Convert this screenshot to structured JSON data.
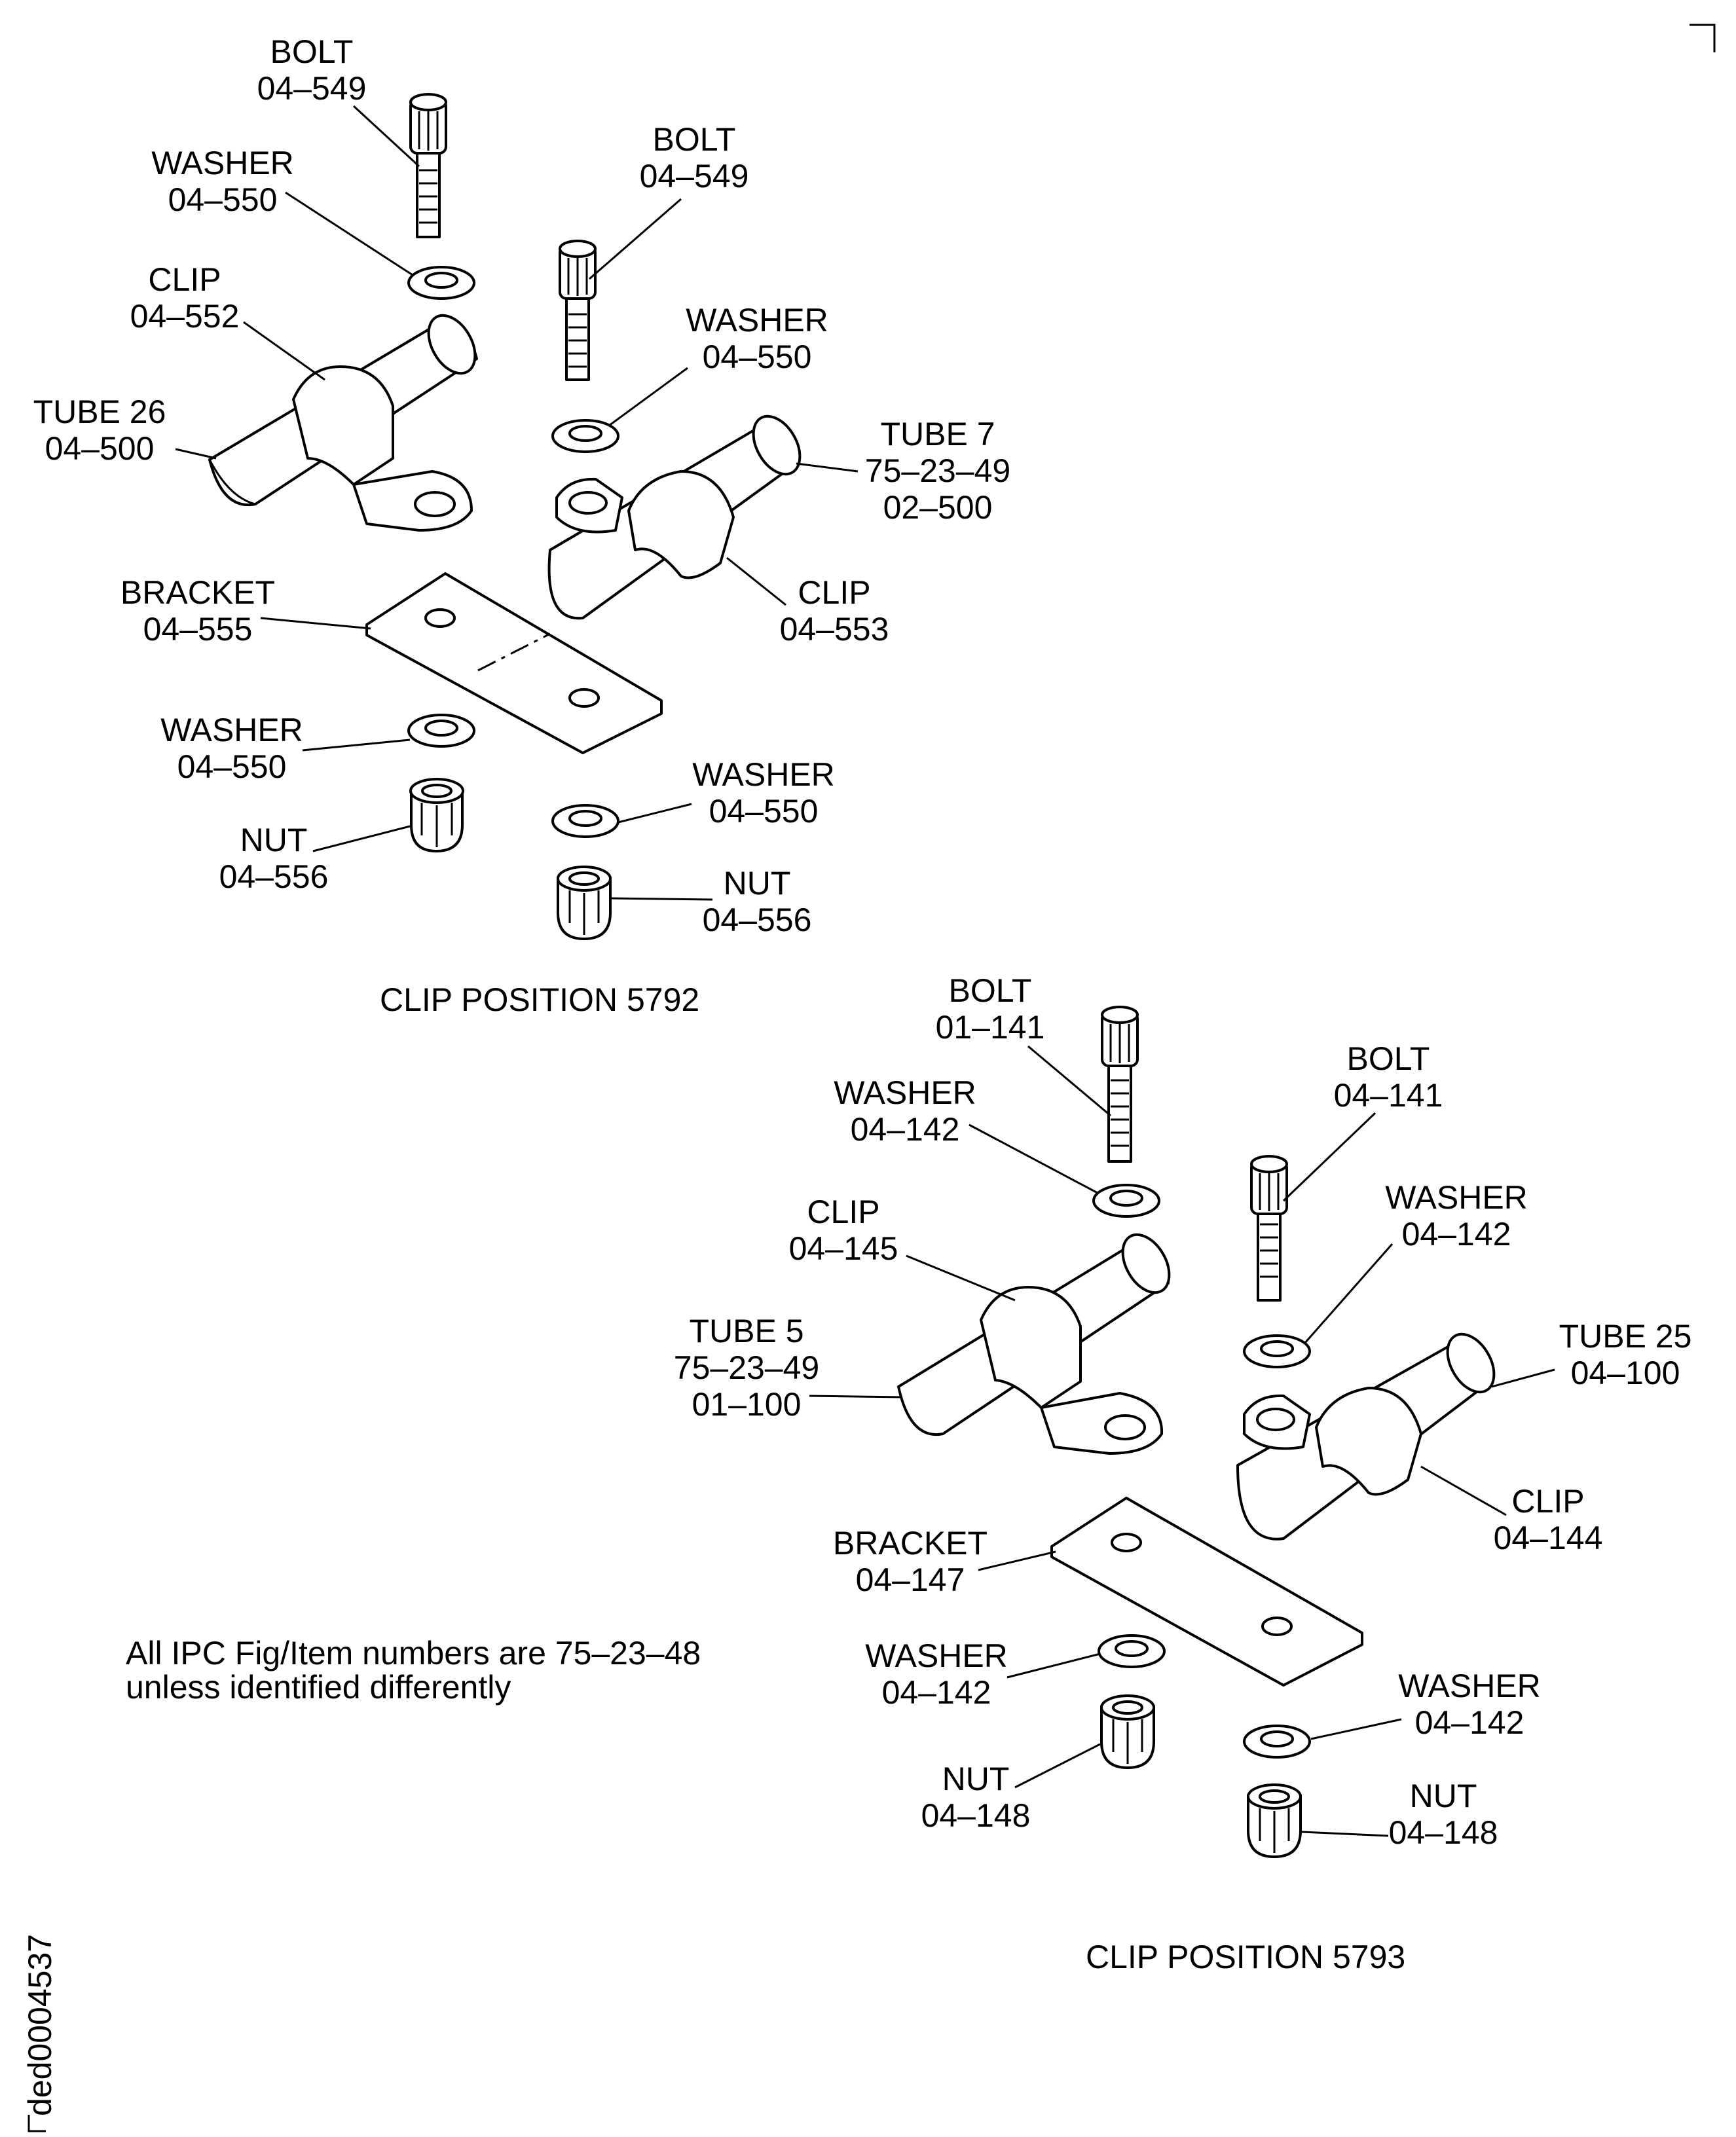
{
  "group_a": {
    "caption": "CLIP POSITION 5792",
    "labels": {
      "bolt_left": [
        "BOLT",
        "04–549"
      ],
      "washer_left_top": [
        "WASHER",
        "04–550"
      ],
      "clip_left": [
        "CLIP",
        "04–552"
      ],
      "tube_left": [
        "TUBE 26",
        "04–500"
      ],
      "bolt_right": [
        "BOLT",
        "04–549"
      ],
      "washer_right_top": [
        "WASHER",
        "04–550"
      ],
      "tube_right": [
        "TUBE 7",
        "75–23–49",
        "02–500"
      ],
      "clip_right": [
        "CLIP",
        "04–553"
      ],
      "bracket": [
        "BRACKET",
        "04–555"
      ],
      "washer_left_bottom": [
        "WASHER",
        "04–550"
      ],
      "nut_left": [
        "NUT",
        "04–556"
      ],
      "washer_right_bottom": [
        "WASHER",
        "04–550"
      ],
      "nut_right": [
        "NUT",
        "04–556"
      ]
    }
  },
  "group_b": {
    "caption": "CLIP POSITION 5793",
    "labels": {
      "bolt_left": [
        "BOLT",
        "01–141"
      ],
      "washer_left_top": [
        "WASHER",
        "04–142"
      ],
      "clip_left": [
        "CLIP",
        "04–145"
      ],
      "tube_left": [
        "TUBE 5",
        "75–23–49",
        "01–100"
      ],
      "bolt_right": [
        "BOLT",
        "04–141"
      ],
      "washer_right_top": [
        "WASHER",
        "04–142"
      ],
      "tube_right": [
        "TUBE 25",
        "04–100"
      ],
      "clip_right": [
        "CLIP",
        "04–144"
      ],
      "bracket": [
        "BRACKET",
        "04–147"
      ],
      "washer_left_bottom": [
        "WASHER",
        "04–142"
      ],
      "nut_left": [
        "NUT",
        "04–148"
      ],
      "washer_right_bottom": [
        "WASHER",
        "04–142"
      ],
      "nut_right": [
        "NUT",
        "04–148"
      ]
    }
  },
  "note": [
    "All IPC Fig/Item numbers are 75–23–48",
    "unless identified differently"
  ],
  "drawing_id": "ded0004537"
}
